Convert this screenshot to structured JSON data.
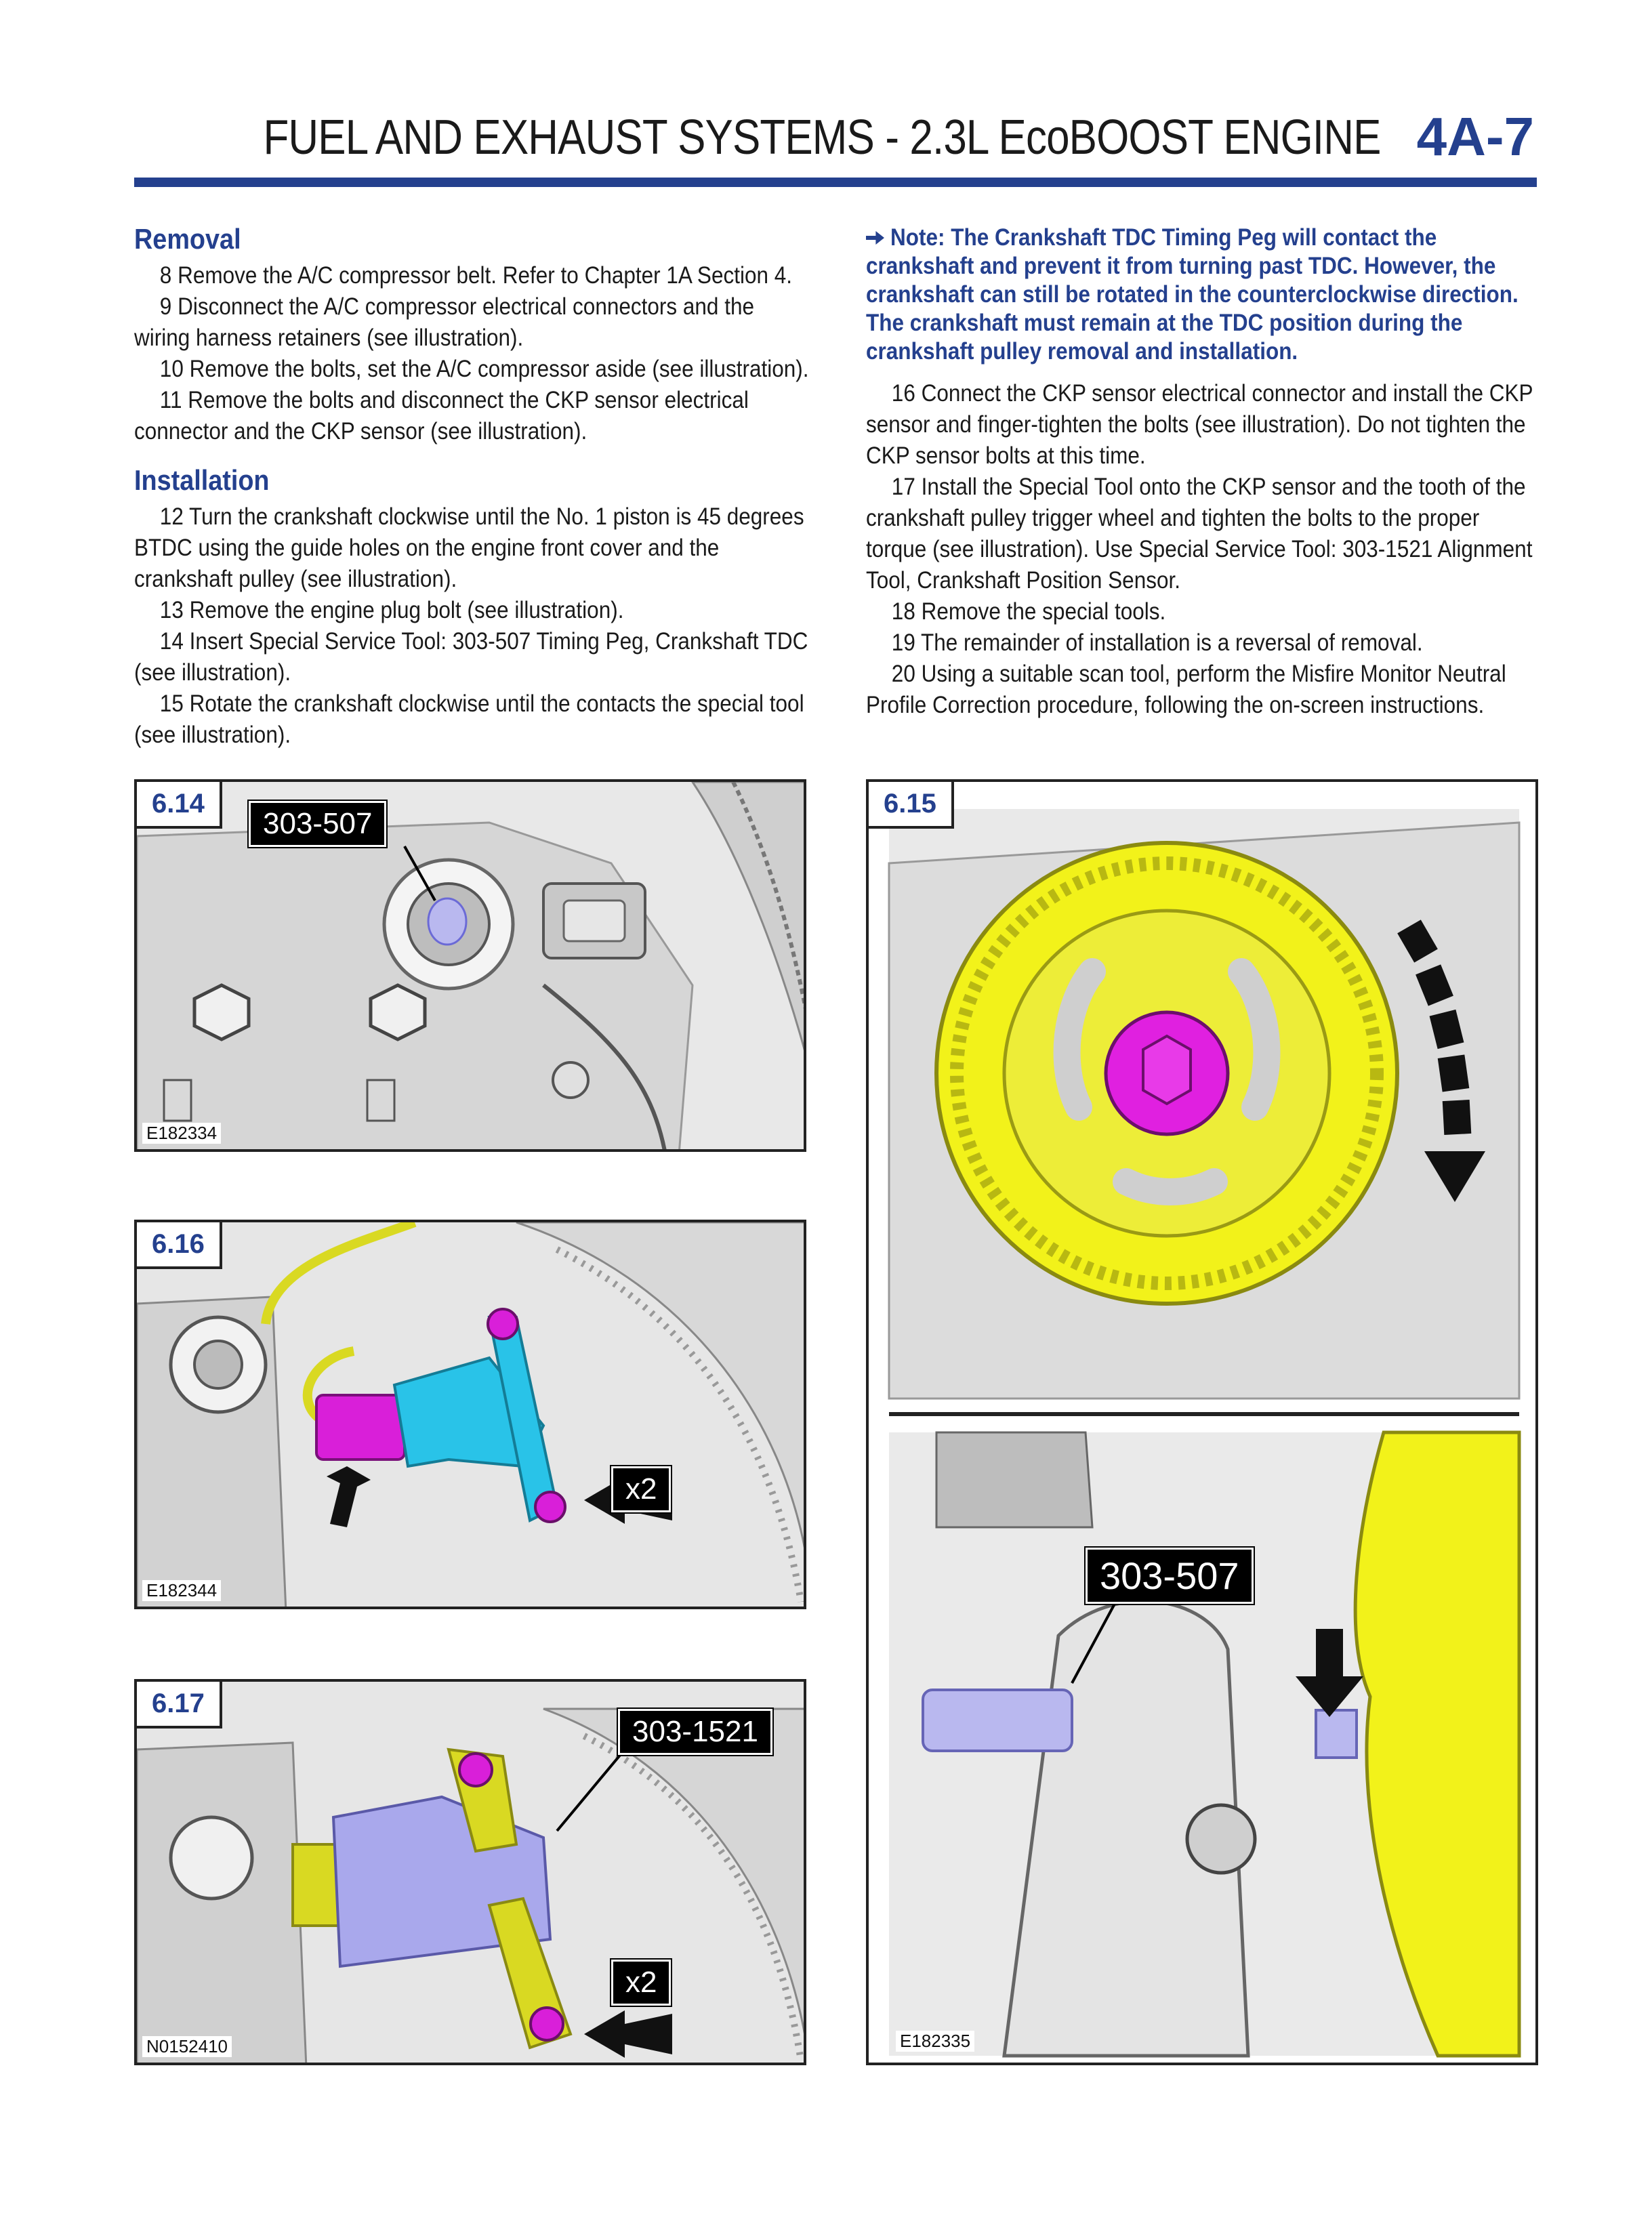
{
  "header": {
    "title": "FUEL AND EXHAUST SYSTEMS - 2.3L EcoBOOST ENGINE",
    "page": "4A-7"
  },
  "left": {
    "removal_heading": "Removal",
    "steps_removal": [
      "8  Remove the A/C compressor belt. Refer to Chapter 1A Section 4.",
      "9  Disconnect the A/C compressor electrical connectors and the wiring harness retainers (see illustration).",
      "10  Remove the bolts, set the A/C compressor aside (see illustration).",
      "11  Remove the bolts and disconnect the CKP sensor electrical connector and the CKP sensor (see illustration)."
    ],
    "installation_heading": "Installation",
    "steps_installation": [
      "12  Turn the crankshaft clockwise until the No. 1 piston is 45 degrees BTDC using the guide holes on the engine front cover and the crankshaft pulley (see illustration).",
      "13  Remove the engine plug bolt (see illustration).",
      "14  Insert Special Service Tool: 303-507 Timing Peg, Crankshaft TDC (see illustration).",
      "15  Rotate the crankshaft clockwise until the contacts the special tool (see illustration)."
    ]
  },
  "right": {
    "note": "Note: The Crankshaft TDC Timing Peg will contact the crankshaft and prevent it from turning past TDC. However, the crankshaft can still be rotated in the counterclockwise direction. The crankshaft must remain at the TDC position during the crankshaft pulley removal and installation.",
    "steps": [
      "16 Connect the CKP sensor electrical connector and install the CKP sensor and finger-tighten the bolts (see illustration). Do not tighten the CKP sensor bolts at this time.",
      "17 Install the Special Tool onto the CKP sensor and the tooth of the crankshaft pulley trigger wheel and tighten the bolts to the proper torque (see illustration). Use Special Service Tool: 303-1521 Alignment Tool, Crankshaft Position Sensor.",
      "18 Remove the special tools.",
      "19 The remainder of installation is a reversal of removal.",
      "20 Using a suitable scan tool, perform the Misfire Monitor Neutral Profile Correction procedure, following the on-screen instructions."
    ]
  },
  "figures": {
    "f614": {
      "num": "6.14",
      "callout": "303-507",
      "ref": "E182334"
    },
    "f616": {
      "num": "6.16",
      "callout": "x2",
      "ref": "E182344"
    },
    "f617": {
      "num": "6.17",
      "callout_tool": "303-1521",
      "callout": "x2",
      "ref": "N0152410"
    },
    "f615": {
      "num": "6.15",
      "callout": "303-507",
      "ref": "E182335"
    }
  },
  "colors": {
    "accent_blue": "#24408e",
    "highlight_yellow": "#f2f21a",
    "highlight_magenta": "#e020e0",
    "highlight_cyan": "#29c3e8",
    "highlight_lavender": "#a9a8ec"
  }
}
